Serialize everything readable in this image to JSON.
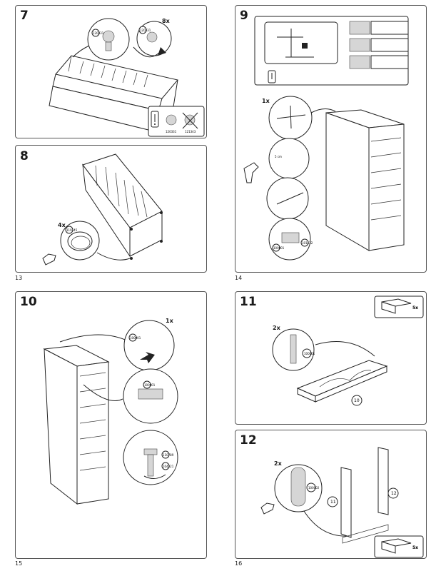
{
  "page_numbers": {
    "left_top": "13",
    "right_top": "14",
    "left_bottom": "15",
    "right_bottom": "16"
  },
  "steps": {
    "s7": {
      "number": "7",
      "qty": "8x",
      "parts": [
        "120331",
        "120331"
      ],
      "info_labels": [
        "120331",
        "121343"
      ]
    },
    "s8": {
      "number": "8",
      "qty": "4x",
      "part": "119145"
    },
    "s9": {
      "number": "9",
      "qty": "1x",
      "wall_label": "5 cm",
      "parts": [
        "100001",
        "101432"
      ],
      "fixture_marks": [
        "1x"
      ]
    },
    "s10": {
      "number": "10",
      "qty": "1x",
      "parts": [
        "100001",
        "100001",
        "110789",
        "104321"
      ]
    },
    "s11": {
      "number": "11",
      "qty": "2x",
      "part": "100001",
      "part_badge": "10",
      "drawer_qty": "5x"
    },
    "s12": {
      "number": "12",
      "qty": "2x",
      "part": "100002",
      "badge_a": "11",
      "badge_b": "12",
      "drawer_qty": "5x"
    }
  },
  "icons": {
    "warning": "exclamation-icon",
    "hand": "hand-icon",
    "arrow": "arrow-icon"
  }
}
